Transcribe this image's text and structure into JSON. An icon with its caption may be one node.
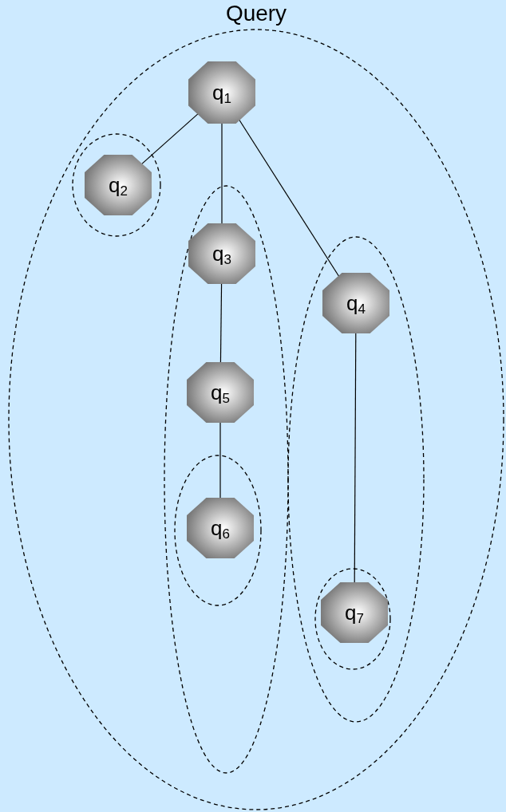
{
  "diagram": {
    "nodes": [
      {
        "text": [
          "Query"
        ]
      },
      {
        "text": [
          "q$_{1}$"
        ],
        "in": 0
      },
      {
        "text": [],
        "shape": "ellipse",
        "in": 0
      },
      {
        "text": [
          "q$_{2}$"
        ],
        "in": 2
      },
      {
        "text": [],
        "shape": "ellipse",
        "in": 0
      },
      {
        "text": [
          "q$_{3}$"
        ],
        "in": 4
      },
      {
        "text": [
          "q$_{5}$"
        ],
        "in": 4
      },
      {
        "text": [],
        "shape": "ellipse",
        "in": 4
      },
      {
        "text": [
          "q$_{6}$"
        ],
        "in": 7
      },
      {
        "text": [],
        "shape": "ellipse",
        "in": 0
      },
      {
        "text": [
          "q$_{4}$"
        ],
        "in": 9
      },
      {
        "text": [],
        "shape": "ellipse",
        "in": 9
      },
      {
        "text": [
          "q$_{7}$"
        ],
        "in": 11
      }
    ],
    "edges": [
      {
        "from": 1,
        "to": 3,
        "arrow": "none"
      },
      {
        "from": 1,
        "to": 5,
        "arrow": "none"
      },
      {
        "from": 1,
        "to": 10,
        "arrow": "none"
      },
      {
        "from": 5,
        "to": 6,
        "arrow": "none"
      },
      {
        "from": 6,
        "to": 8,
        "arrow": "none"
      },
      {
        "from": 10,
        "to": 12,
        "arrow": "none"
      }
    ]
  }
}
